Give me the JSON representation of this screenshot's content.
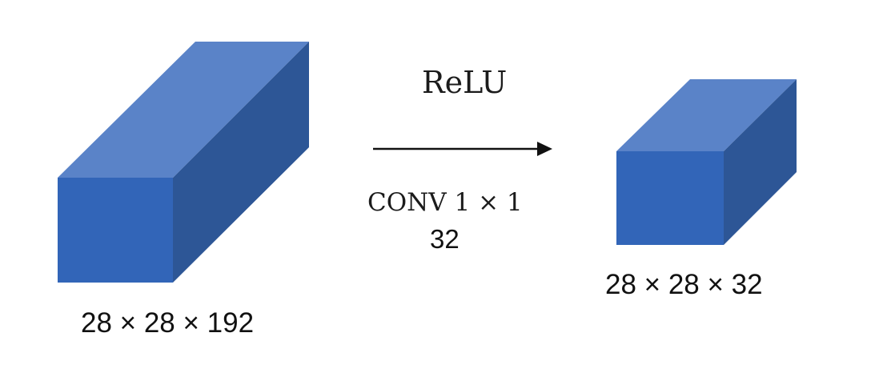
{
  "colors": {
    "background": "#ffffff",
    "cube_front": "#3265b8",
    "cube_top": "#5a83c8",
    "cube_side": "#2d5696",
    "arrow": "#111111"
  },
  "input_volume": {
    "label": "28 × 28 × 192"
  },
  "operation": {
    "activation_label": "ReLU",
    "conv_label": "CONV 1 × 1",
    "filters_label": "32",
    "arrow_icon": "right-arrow-icon"
  },
  "output_volume": {
    "label": "28 × 28 × 32"
  }
}
